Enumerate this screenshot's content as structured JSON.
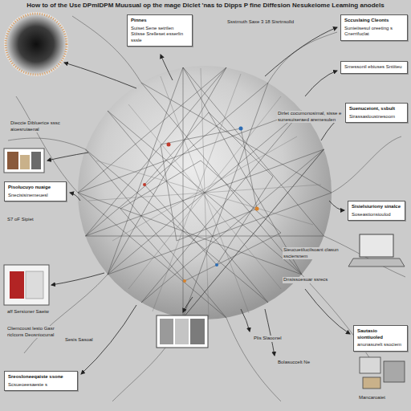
{
  "diagram": {
    "title": "How to of the Use DPmIDPM Muusual op the mage Diclet 'nas to Dipps P fine Diffesion Nesukeiome Leaming anodels",
    "nodes": [
      {
        "text": [
          "Pinnes",
          "Suiset Sene setrilen Stiisse Srelleset esserlin sssle"
        ]
      },
      {
        "text": [
          "Sccuslaing Cleonts",
          "Sunieiisesul oreeting s Cnerrifuclat"
        ]
      },
      {
        "text": [
          "Smessonil ebiuses Sntiiteu"
        ]
      },
      {
        "text": [
          "Suenuceiont, ssbult",
          "Sirassasloustnesoom"
        ]
      },
      {
        "text": [
          "Sisielsiuriony sinalce",
          "Soseastionsioulod"
        ]
      },
      {
        "text": [
          "Sautasio siontiuoled",
          "anunasurelt ssociem"
        ]
      },
      {
        "text": [
          "Pisolucuyo nuaige",
          "Snecisisinemeuesl"
        ]
      },
      {
        "text": [
          "Sreosloneeqaiste ssone",
          "Scsueoeesaeste s"
        ]
      }
    ],
    "labels": [
      "Ssstmuth Saxe 3 18 Sisrtnsolld",
      "Dirlet cocumonosimal, sisse e sunesuiseraed aremesulen",
      "Dieccie Dibluerice sssc aioesruiaenal",
      "S7 oF Sipiet",
      "aff Sersioner Saeiw",
      "Cliemcoust lesto Gasr riclcons Deosniocunal",
      "Sesis Sasoal",
      "Plis Slaoonel",
      "Bolasuccelt Ne",
      "Mancaroaiet",
      "Sieucuetilucilsoant clasun ssciersnem",
      "Dnsissoesuar ssrecs"
    ]
  }
}
